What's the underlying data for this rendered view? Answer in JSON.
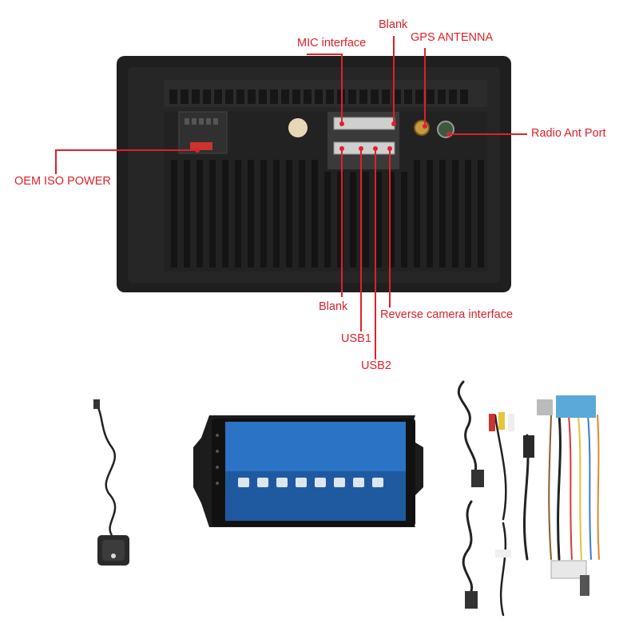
{
  "labels": {
    "blank_top": "Blank",
    "mic": "MIC interface",
    "gps": "GPS ANTENNA",
    "radio_ant": "Radio Ant Port",
    "oem_iso": "OEM ISO POWER",
    "blank_bottom": "Blank",
    "usb1": "USB1",
    "usb2": "USB2",
    "reverse_cam": "Reverse camera interface"
  },
  "colors": {
    "callout": "#e0202a",
    "unit_body": "#1f1f1f",
    "background": "#ffffff"
  }
}
